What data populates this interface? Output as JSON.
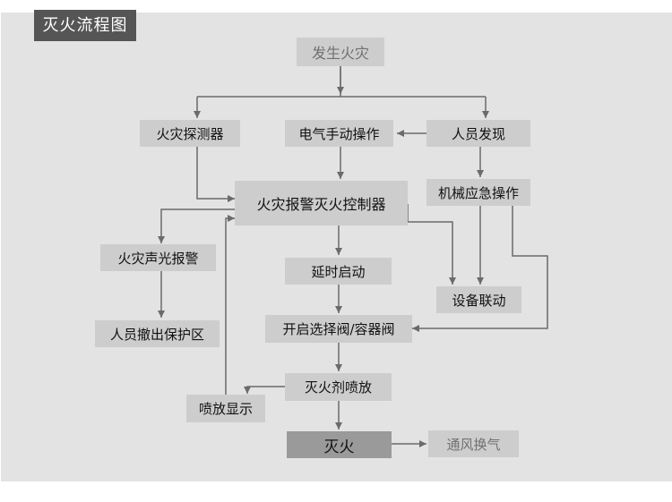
{
  "title": "灭火流程图",
  "nodes": {
    "fire_occurs": "发生火灾",
    "fire_detector": "火灾探测器",
    "electric_manual": "电气手动操作",
    "person_discovers": "人员发现",
    "alarm_controller": "火灾报警灭火控制器",
    "mechanical_emergency": "机械应急操作",
    "sound_light_alarm": "火灾声光报警",
    "delay_start": "延时启动",
    "equipment_linkage": "设备联动",
    "evacuate": "人员撤出保护区",
    "open_valves": "开启选择阀/容器阀",
    "agent_release": "灭火剂喷放",
    "release_display": "喷放显示",
    "extinguish": "灭火",
    "ventilation": "通风换气"
  },
  "colors": {
    "panel_bg": "#e3e3e3",
    "node_bg": "#cdcdcd",
    "title_bg": "#555555",
    "emphasis_bg": "#9a9a9a",
    "line": "#6b6b6b"
  }
}
